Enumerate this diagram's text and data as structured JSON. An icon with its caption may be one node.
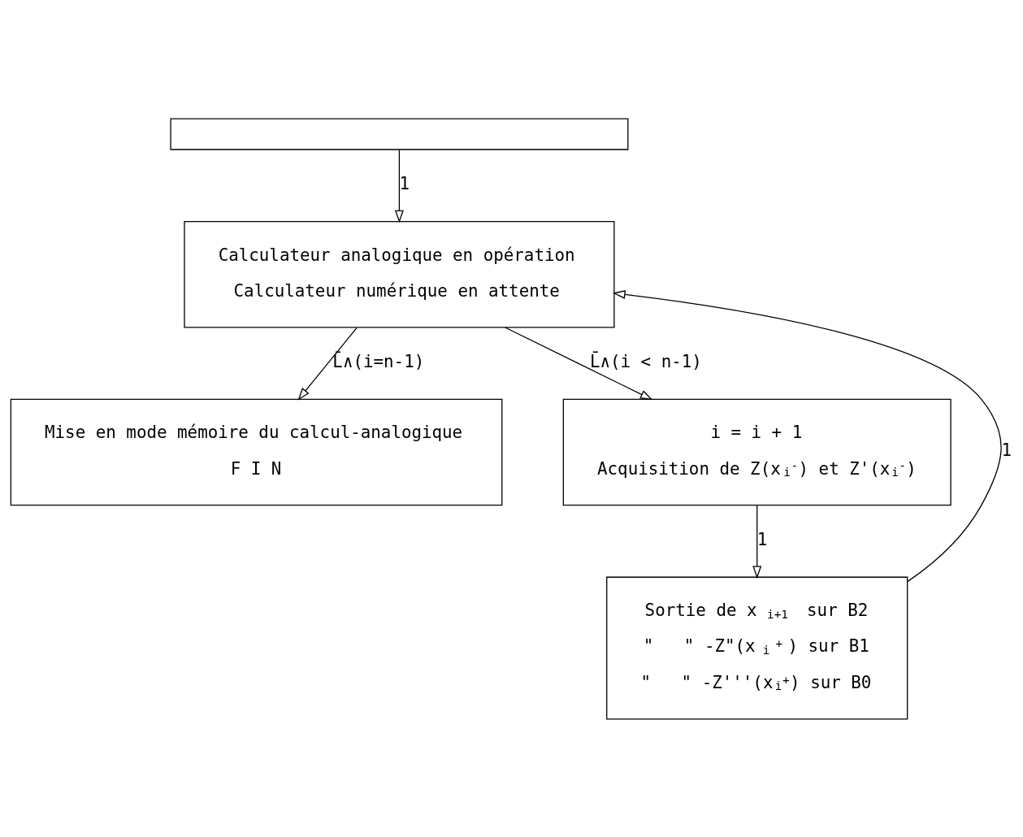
{
  "diagram": {
    "nodes": [
      {
        "text": [],
        "shape": "box"
      },
      {
        "text": [
          "Calculateur analogique en opération",
          "Calculateur numérique en attente"
        ]
      },
      {
        "text": [
          "Mise en mode mémoire du calcul-analogique",
          "F I N"
        ]
      },
      {
        "text": [
          "i = i + 1",
          "Acquisition de Z(x$_{i}$$^{-}$) et Z'(x$_{i}$$^{-}$)"
        ]
      },
      {
        "text": [
          "Sortie de x$_{i+1}$ sur B2",
          "\"   \" -Z\"(x$_{i}$$^{+}$) sur B1",
          "\"   \" -Z'''(x$_{i}$$^{+}$) sur B0"
        ]
      }
    ],
    "edges": [
      {
        "from": 0,
        "to": 1,
        "arrow": "to",
        "label": "1"
      },
      {
        "from": 4,
        "to": 1,
        "arrow": "to",
        "label": "1"
      },
      {
        "from": 1,
        "to": 2,
        "arrow": "to",
        "label": "L̄∧(i=n-1)"
      },
      {
        "from": 1,
        "to": 3,
        "arrow": "to",
        "label": "L̄∧(i < n-1)"
      },
      {
        "from": 3,
        "to": 4,
        "arrow": "to",
        "label": "1"
      }
    ]
  }
}
